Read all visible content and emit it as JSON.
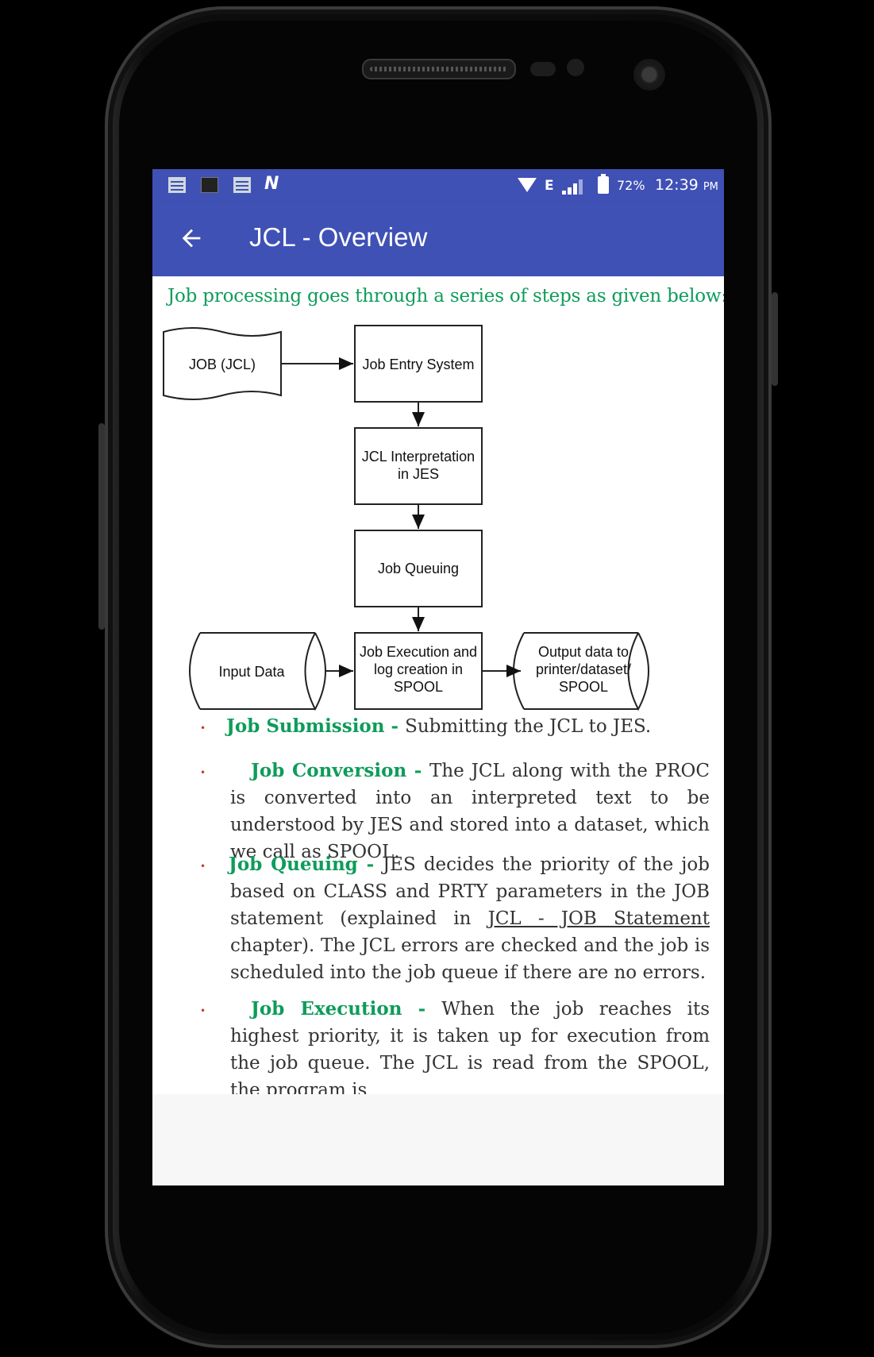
{
  "status_bar": {
    "network": "E",
    "battery": "72%",
    "time": "12:39",
    "ampm": "PM",
    "icons": [
      "notification-image-icon",
      "notification-camera-icon",
      "notification-image-icon",
      "n-app-icon",
      "wifi-icon",
      "signal-icon",
      "battery-charging-icon"
    ]
  },
  "app_bar": {
    "title": "JCL - Overview",
    "back_icon": "arrow-left-icon"
  },
  "content": {
    "intro": "Job processing goes through a series of steps as given below:",
    "diagram": {
      "nodes": {
        "job": "JOB (JCL)",
        "entry": "Job Entry System",
        "interp1": "JCL Interpretation",
        "interp2": "in JES",
        "queue": "Job Queuing",
        "exec1": "Job Execution and",
        "exec2": "log creation in",
        "exec3": "SPOOL",
        "input": "Input Data",
        "out1": "Output data to",
        "out2": "printer/dataset/",
        "out3": "SPOOL"
      }
    },
    "bullets": [
      {
        "term": "Job Submission - ",
        "text": "Submitting the JCL to JES."
      },
      {
        "term": "Job Conversion - ",
        "text": "The JCL along with the PROC is converted into an interpreted text to be understood by JES and stored into a dataset, which we call as SPOOL."
      },
      {
        "term": "Job Queuing - ",
        "text_a": "JES decides the priority of the job based on CLASS and PRTY parameters in the JOB statement (explained in ",
        "link": "JCL - JOB Statement",
        "text_b": " chapter). The JCL errors are checked and the job is scheduled into the job queue if there are no errors."
      },
      {
        "term": "Job Execution - ",
        "text": "When the job reaches its highest priority, it is taken up for execution from the job queue. The JCL is read from the SPOOL, the program is"
      }
    ]
  }
}
